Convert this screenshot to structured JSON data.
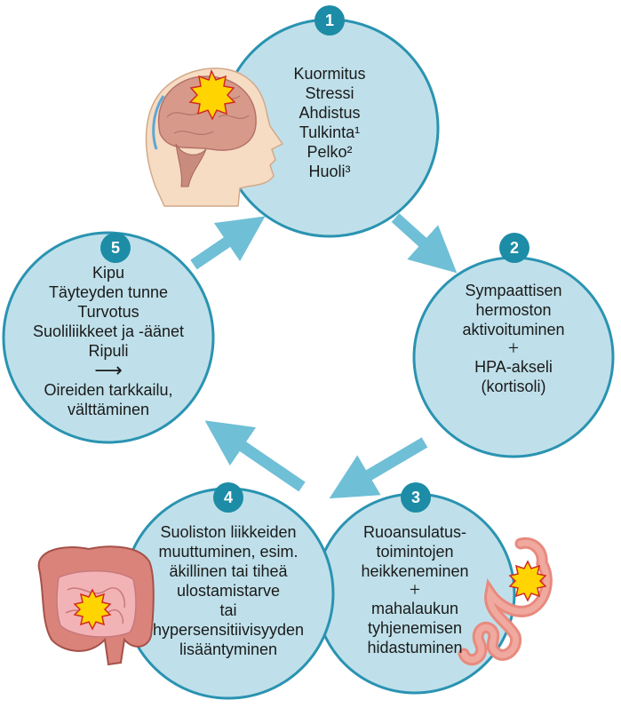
{
  "colors": {
    "circle_fill": "#bfe0ea",
    "circle_stroke": "#2a93b1",
    "badge": "#1d8ca6",
    "arrow": "#6fbfd6",
    "burst": "#ffd400"
  },
  "icons": [
    "brain-head-icon",
    "intestine-icon",
    "stomach-icon",
    "pain-burst-icon"
  ],
  "steps": [
    {
      "number": "1",
      "lines": [
        "Kuormitus",
        "Stressi",
        "Ahdistus",
        "Tulkinta¹",
        "Pelko²",
        "Huoli³"
      ]
    },
    {
      "number": "2",
      "lines": [
        "Sympaattisen",
        "hermoston",
        "aktivoituminen",
        "+",
        "HPA-akseli",
        "(kortisoli)"
      ]
    },
    {
      "number": "3",
      "lines": [
        "Ruoansulatus-",
        "toimintojen",
        "heikkeneminen",
        "+",
        "mahalaukun",
        "tyhjenemisen",
        "hidastuminen"
      ]
    },
    {
      "number": "4",
      "lines": [
        "Suoliston liikkeiden",
        "muuttuminen, esim.",
        "äkillinen tai tiheä",
        "ulostamistarve",
        "tai",
        "hypersensitiivisyyden",
        "lisääntyminen"
      ]
    },
    {
      "number": "5",
      "lines": [
        "Kipu",
        "Täyteyden tunne",
        "Turvotus",
        "Suoliliikkeet ja -äänet",
        "Ripuli"
      ],
      "arrow_glyph": "⟶",
      "after_lines": [
        "Oireiden tarkkailu,",
        "välttäminen"
      ]
    }
  ]
}
